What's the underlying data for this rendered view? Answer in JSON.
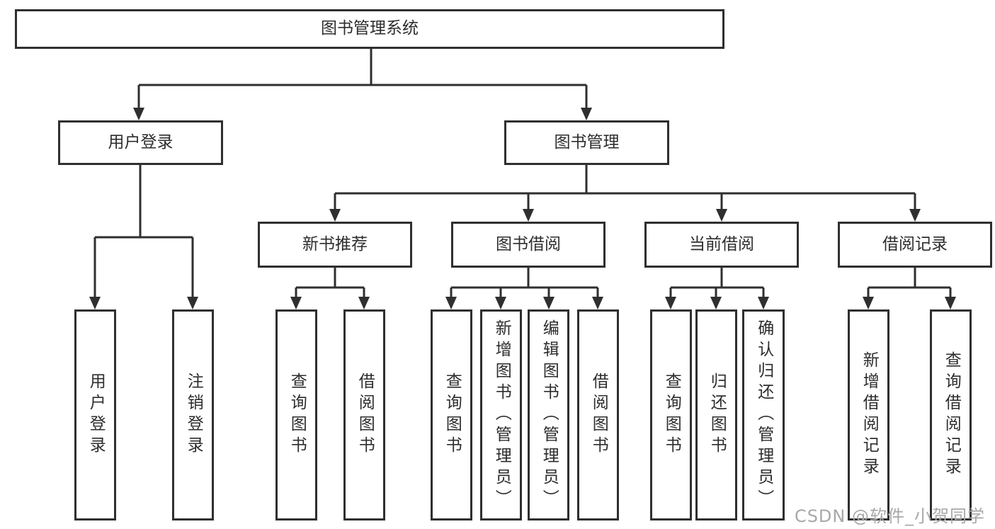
{
  "diagram": {
    "root": {
      "label": "图书管理系统",
      "children": [
        {
          "label": "用户登录",
          "children": [
            {
              "label": "用户登录"
            },
            {
              "label": "注销登录"
            }
          ]
        },
        {
          "label": "图书管理",
          "children": [
            {
              "label": "新书推荐",
              "children": [
                {
                  "label": "查询图书"
                },
                {
                  "label": "借阅图书"
                }
              ]
            },
            {
              "label": "图书借阅",
              "children": [
                {
                  "label": "查询图书"
                },
                {
                  "label": "新增图书（管理员）"
                },
                {
                  "label": "编辑图书（管理员）"
                },
                {
                  "label": "借阅图书"
                }
              ]
            },
            {
              "label": "当前借阅",
              "children": [
                {
                  "label": "查询图书"
                },
                {
                  "label": "归还图书"
                },
                {
                  "label": "确认归还（管理员）"
                }
              ]
            },
            {
              "label": "借阅记录",
              "children": [
                {
                  "label": "新增借阅记录"
                },
                {
                  "label": "查询借阅记录"
                }
              ]
            }
          ]
        }
      ]
    }
  },
  "watermark": {
    "text": "CSDN @软件_小贺同学"
  },
  "colors": {
    "line": "#2f2f2f",
    "box_border": "#2f2f2f",
    "text": "#2d2d2d",
    "watermark": "#a8a8a8",
    "background": "#ffffff"
  }
}
